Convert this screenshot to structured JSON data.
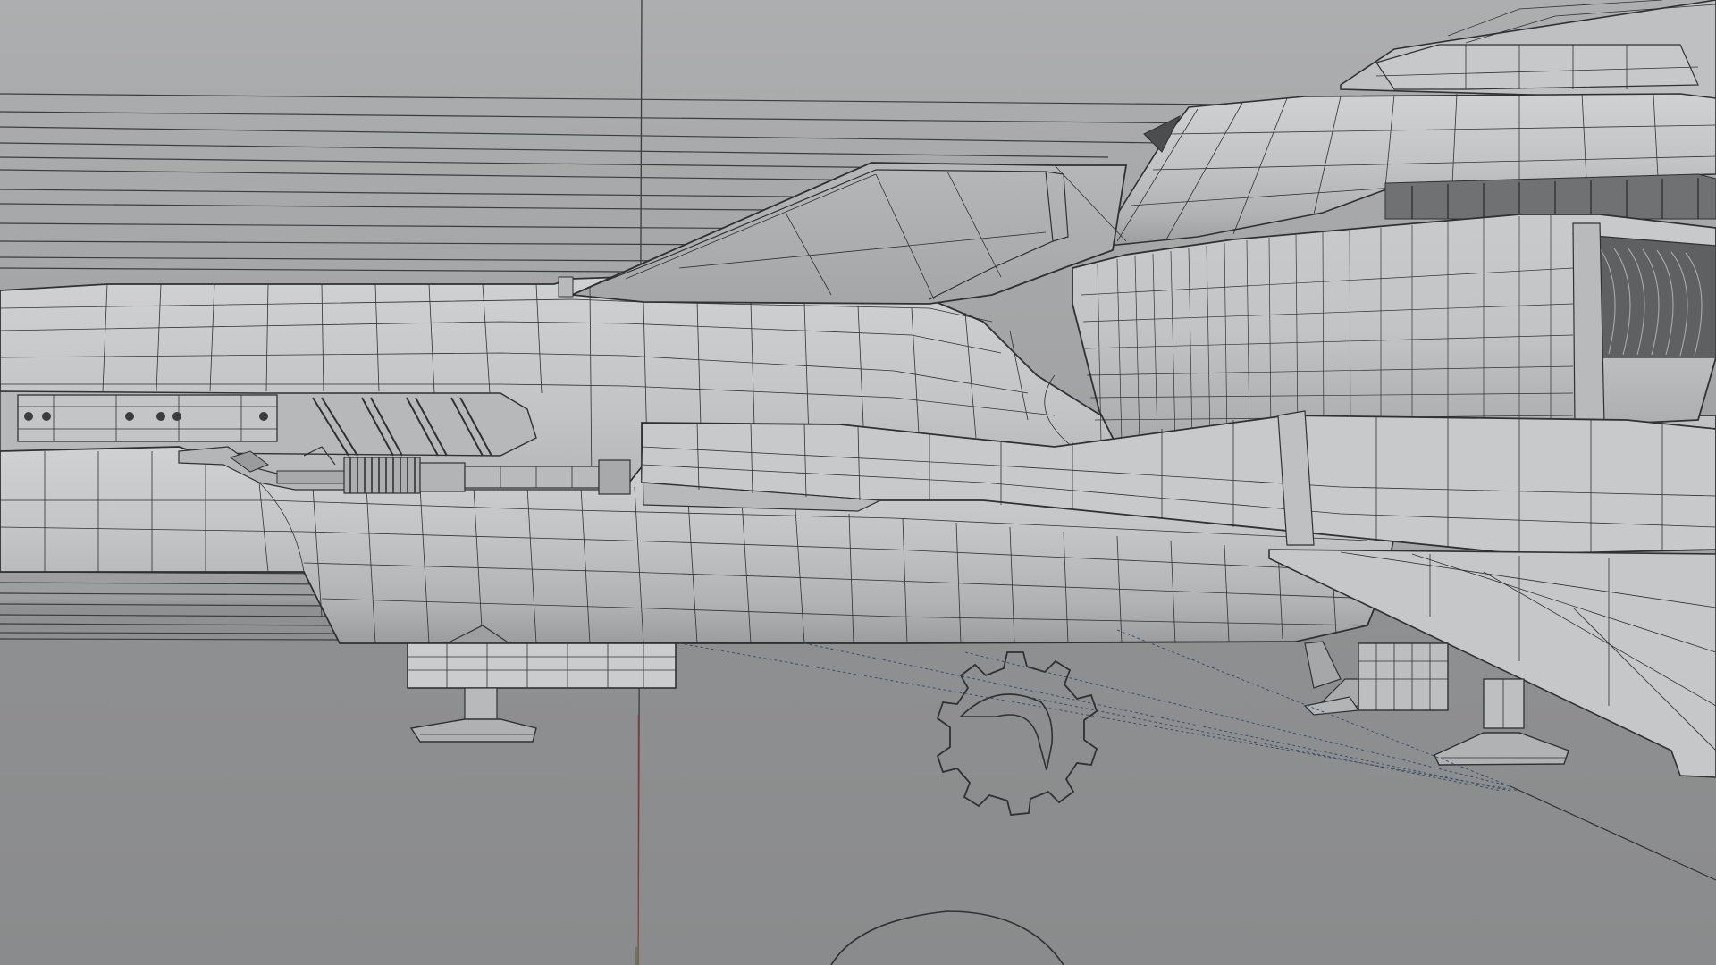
{
  "viewport": {
    "kind": "3d-modeling-viewport",
    "shading": "wireframe-on-shaded",
    "subject": "spacecraft-fuselage-side-view",
    "colors": {
      "background_upper": "#a9aaab",
      "background_lower": "#8c8d8e",
      "mesh_surface": "#c2c3c4",
      "mesh_surface_shadow": "#a7a8a9",
      "wire": "#2f3133",
      "guide_line": "#3a3c3e",
      "axis_x": "#c03434",
      "axis_y": "#3a7a3a",
      "constraint_dash": "#3c4f6a"
    },
    "icons": {
      "pivot_gizmo": "gear-icon",
      "origin_marker": "circle-icon"
    }
  }
}
